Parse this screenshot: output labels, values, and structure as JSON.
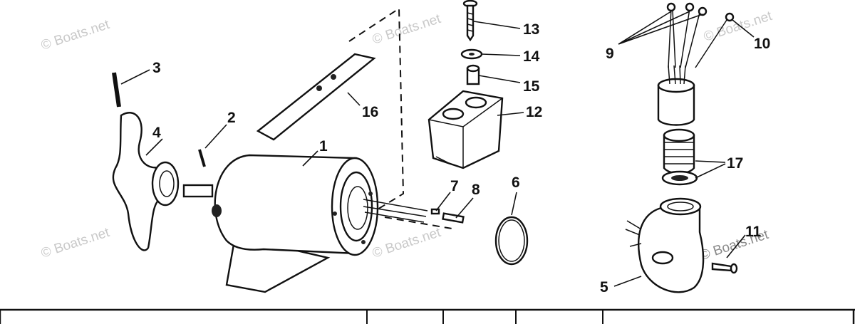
{
  "watermark_text": "© Boats.net",
  "callouts": [
    {
      "id": "1",
      "label": "1"
    },
    {
      "id": "2",
      "label": "2"
    },
    {
      "id": "3",
      "label": "3"
    },
    {
      "id": "4",
      "label": "4"
    },
    {
      "id": "5",
      "label": "5"
    },
    {
      "id": "6",
      "label": "6"
    },
    {
      "id": "7",
      "label": "7"
    },
    {
      "id": "8",
      "label": "8"
    },
    {
      "id": "9",
      "label": "9"
    },
    {
      "id": "10",
      "label": "10"
    },
    {
      "id": "11",
      "label": "11"
    },
    {
      "id": "12",
      "label": "12"
    },
    {
      "id": "13",
      "label": "13"
    },
    {
      "id": "14",
      "label": "14"
    },
    {
      "id": "15",
      "label": "15"
    },
    {
      "id": "16",
      "label": "16"
    },
    {
      "id": "17",
      "label": "17"
    }
  ],
  "parts": [
    {
      "name": "motor-housing",
      "callout": "1"
    },
    {
      "name": "drive-pin",
      "callout": "2"
    },
    {
      "name": "propeller-pin",
      "callout": "3"
    },
    {
      "name": "propeller",
      "callout": "4"
    },
    {
      "name": "motor-head",
      "callout": "5"
    },
    {
      "name": "o-ring",
      "callout": "6"
    },
    {
      "name": "terminal-small",
      "callout": "7"
    },
    {
      "name": "terminal-sleeve",
      "callout": "8"
    },
    {
      "name": "lead-wire-terminals",
      "callout": "9"
    },
    {
      "name": "ground-wire-terminal",
      "callout": "10"
    },
    {
      "name": "screw",
      "callout": "11"
    },
    {
      "name": "mount-block",
      "callout": "12"
    },
    {
      "name": "bolt",
      "callout": "13"
    },
    {
      "name": "washer",
      "callout": "14"
    },
    {
      "name": "spacer",
      "callout": "15"
    },
    {
      "name": "bracket-strap",
      "callout": "16"
    },
    {
      "name": "grommet-and-washer",
      "callout": "17"
    }
  ]
}
